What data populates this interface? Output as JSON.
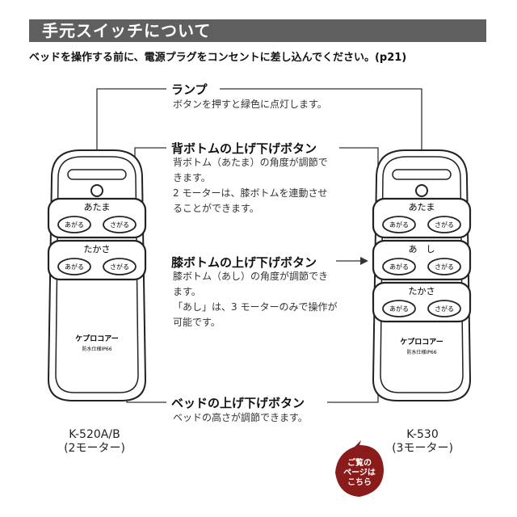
{
  "title": "手元スイッチについて",
  "subtitle": "ベッドを操作する前に、電源プラグをコンセントに差し込んでください。(p21)",
  "callouts": {
    "lamp": {
      "heading": "ランプ",
      "desc": [
        "ボタンを押すと緑色に点灯します。"
      ]
    },
    "back": {
      "heading": "背ボトムの上げ下げボタン",
      "desc": [
        "背ボトム（あたま）の角度が調節で",
        "きます。",
        "2 モーターは、膝ボトムを連動させ",
        "ることができます。"
      ]
    },
    "knee": {
      "heading": "膝ボトムの上げ下げボタン",
      "desc": [
        "膝ボトム（あし）の角度が調節でき",
        "ます。",
        "「あし」は、3 モーターのみで操作が",
        "可能です。"
      ]
    },
    "bed": {
      "heading": "ベッドの上げ下げボタン",
      "desc": [
        "ベッドの高さが調節できます。"
      ]
    }
  },
  "remote_left": {
    "groups": [
      {
        "label": "あたま",
        "up": "あがる",
        "down": "さがる"
      },
      {
        "label": "たかさ",
        "up": "あがる",
        "down": "さがる"
      }
    ],
    "brand": "ケプロコアー",
    "spec": "防水仕様IP66",
    "model": "K-520A/B",
    "motors": "(2モーター)"
  },
  "remote_right": {
    "groups": [
      {
        "label": "あたま",
        "up": "あがる",
        "down": "さがる"
      },
      {
        "label": "あ　し",
        "up": "あがる",
        "down": "さがる"
      },
      {
        "label": "たかさ",
        "up": "あがる",
        "down": "さがる"
      }
    ],
    "brand": "ケプロコアー",
    "spec": "防水仕様IP66",
    "model": "K-530",
    "motors": "(3モーター)"
  },
  "badge": [
    "ご覧の",
    "ページは",
    "こちら"
  ],
  "colors": {
    "title_bg": "#5f5f5f",
    "badge": "#8b1a1a",
    "remote_body": "#2b2b2b"
  }
}
